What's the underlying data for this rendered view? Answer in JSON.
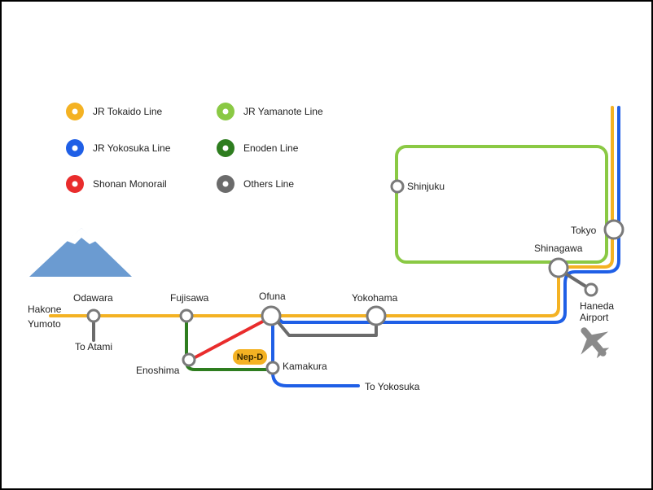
{
  "colors": {
    "tokaido": "#f4b223",
    "yokosuka": "#1f5fe6",
    "monorail": "#e92c2c",
    "yamanote": "#8ac944",
    "enoden": "#2e7d1f",
    "others": "#6b6b6b",
    "mountain": "#6b9bd1",
    "snow": "#ffffff",
    "badge": "#f4b223"
  },
  "legend": [
    {
      "label": "JR Tokaido Line",
      "color_key": "tokaido"
    },
    {
      "label": "JR Yokosuka Line",
      "color_key": "yokosuka"
    },
    {
      "label": "Shonan Monorail",
      "color_key": "monorail"
    },
    {
      "label": "JR Yamanote Line",
      "color_key": "yamanote"
    },
    {
      "label": "Enoden Line",
      "color_key": "enoden"
    },
    {
      "label": "Others Line",
      "color_key": "others"
    }
  ],
  "stations": {
    "hakone_line1": "Hakone",
    "hakone_line2": "Yumoto",
    "odawara": "Odawara",
    "to_atami": "To Atami",
    "fujisawa": "Fujisawa",
    "enoshima": "Enoshima",
    "ofuna": "Ofuna",
    "kamakura": "Kamakura",
    "to_yokosuka": "To Yokosuka",
    "yokohama": "Yokohama",
    "shinjuku": "Shinjuku",
    "shinagawa": "Shinagawa",
    "tokyo": "Tokyo",
    "haneda_line1": "Haneda",
    "haneda_line2": "Airport"
  },
  "badge": "Nep-D",
  "icons": {
    "mountain": "mount-fuji-icon",
    "airport": "airplane-icon"
  }
}
